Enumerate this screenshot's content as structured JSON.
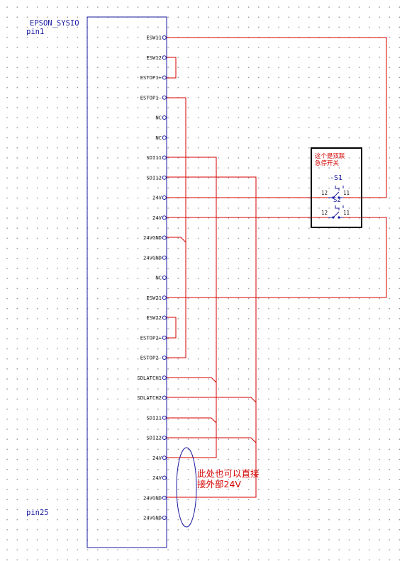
{
  "component": {
    "title": "EPSON_SYSIO",
    "first_pin": "pin1",
    "last_pin": "pin25",
    "pins": [
      "ESW11",
      "ESW12",
      "ESTOP1+",
      "ESTOP1-",
      "NC",
      "NC",
      "SDI11",
      "SDI12",
      "24V",
      "24V",
      "24VGND",
      "24VGND",
      "NC",
      "ESW21",
      "ESW22",
      "ESTOP2+",
      "ESTOP2-",
      "SDLATCH1",
      "SDLATCH2",
      "SDI21",
      "SDI22",
      "24V",
      "24V",
      "24VGND",
      "24VGND"
    ]
  },
  "switch": {
    "note_line1": "这个是双联",
    "note_line2": "急停开关",
    "ref": "-S1",
    "ref2": "S2",
    "contact_a_left": "12",
    "contact_a_right": "11",
    "contact_b_left": "12",
    "contact_b_right": "11"
  },
  "annotation": {
    "line1": "此处也可以直接",
    "line2": "接外部24V"
  },
  "colors": {
    "wire": "#d40000",
    "component_outline": "#1a1aa0",
    "switch_box": "#000000",
    "annotation_ellipse": "#1a1aa0"
  }
}
